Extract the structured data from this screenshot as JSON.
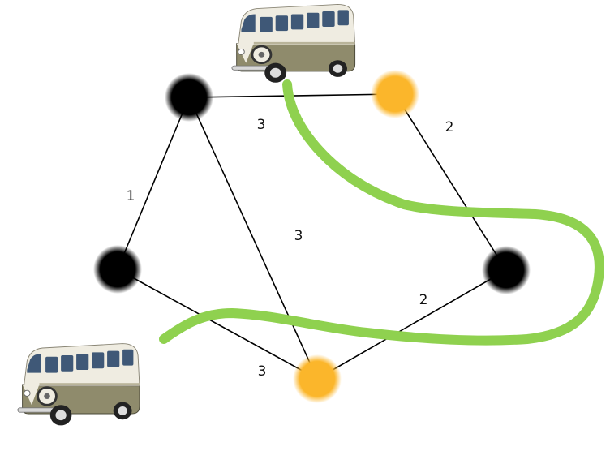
{
  "colors": {
    "route": "#8fd14f",
    "node_black": "#000000",
    "node_highlight": "#fbb62b",
    "van_body": "#8f8b6c",
    "van_roof": "#efece1",
    "van_window": "#3f5877"
  },
  "nodes": [
    {
      "id": "A",
      "color": "black"
    },
    {
      "id": "B",
      "color": "highlight"
    },
    {
      "id": "C",
      "color": "black"
    },
    {
      "id": "D",
      "color": "black"
    },
    {
      "id": "E",
      "color": "highlight"
    }
  ],
  "edges": [
    {
      "from": "A",
      "to": "B",
      "weight": "3"
    },
    {
      "from": "B",
      "to": "D",
      "weight": "2"
    },
    {
      "from": "A",
      "to": "C",
      "weight": "1"
    },
    {
      "from": "A",
      "to": "E",
      "weight": "3"
    },
    {
      "from": "C",
      "to": "E",
      "weight": "3"
    },
    {
      "from": "E",
      "to": "D",
      "weight": "2"
    }
  ],
  "icons": [
    "van-icon",
    "van-icon"
  ]
}
